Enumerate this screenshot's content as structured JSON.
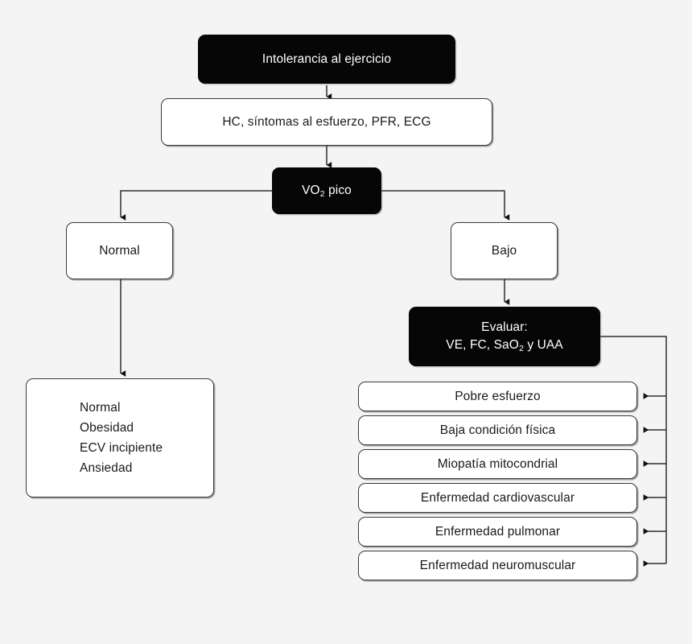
{
  "diagram": {
    "title_flow": "Intolerancia al ejercicio",
    "background_color": "#f4f4f4",
    "node_fill_black": "#060606",
    "node_fill_white": "#ffffff",
    "stroke_color": "#3a3a3a",
    "nodes": [
      {
        "id": "intolerancia",
        "label": "Intolerancia al ejercicio",
        "style": "black"
      },
      {
        "id": "evaluacion-inicial",
        "label": "HC, síntomas al esfuerzo, PFR, ECG",
        "style": "white"
      },
      {
        "id": "vo2-pico",
        "label_pre": "VO",
        "label_sub": "2",
        "label_post": " pico",
        "style": "black"
      },
      {
        "id": "normal",
        "label": "Normal",
        "style": "white"
      },
      {
        "id": "bajo",
        "label": "Bajo",
        "style": "white"
      },
      {
        "id": "evaluar",
        "line1": "Evaluar:",
        "line2_pre": "VE, FC, SaO",
        "line2_sub": "2",
        "line2_post": " y UAA",
        "style": "black"
      },
      {
        "id": "normal-outcomes",
        "items": [
          "Normal",
          "Obesidad",
          "ECV incipiente",
          "Ansiedad"
        ],
        "style": "white"
      }
    ],
    "causes": [
      "Pobre esfuerzo",
      "Baja condición física",
      "Miopatía mitocondrial",
      "Enfermedad cardiovascular",
      "Enfermedad pulmonar",
      "Enfermedad neuromuscular"
    ]
  }
}
